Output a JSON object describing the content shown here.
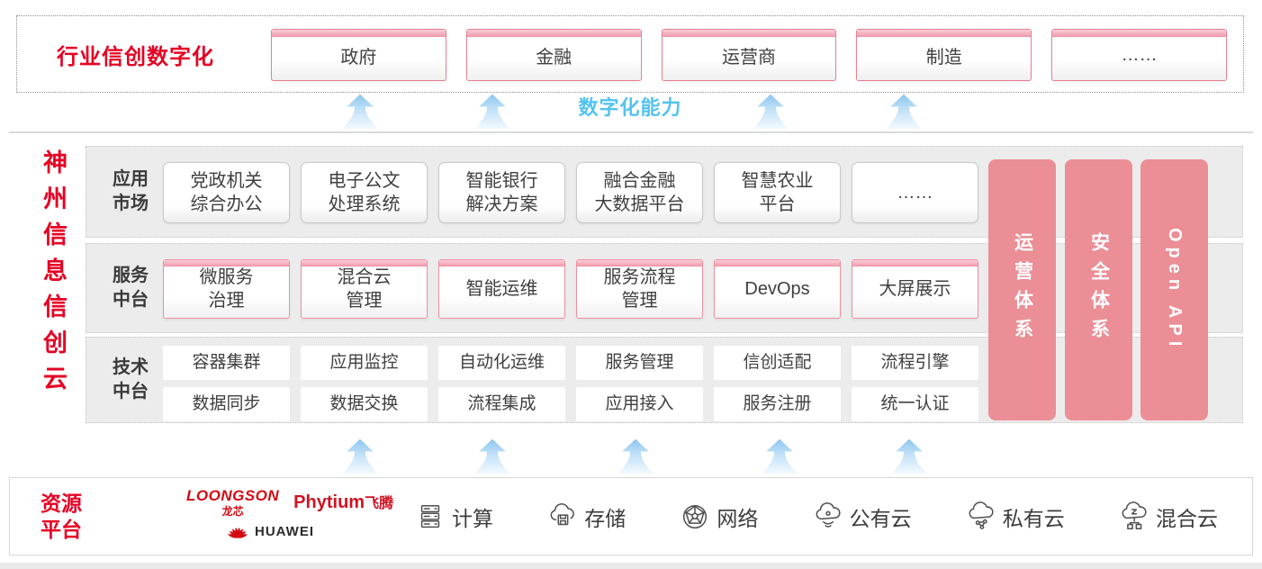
{
  "colors": {
    "accent_red": "#e60023",
    "bar_pink": "#eb8e96",
    "box_border_pink": "#ee8fa2",
    "capability_blue": "#53c3f1",
    "panel_gray": "#ececec",
    "arrow_blue": "#9fd0f2",
    "vendor_red": "#d40a13",
    "text_dark": "#3f3f3f"
  },
  "top_band": {
    "title": "行业信创数字化",
    "industries": [
      "政府",
      "金融",
      "运营商",
      "制造",
      "……"
    ]
  },
  "capability": {
    "label": "数字化能力"
  },
  "cloud_platform": {
    "vertical_title": "神州信息信创云",
    "app_row": {
      "label": "应用\n市场",
      "items": [
        "党政机关\n综合办公",
        "电子公文\n处理系统",
        "智能银行\n解决方案",
        "融合金融\n大数据平台",
        "智慧农业\n平台",
        "……"
      ]
    },
    "service_row": {
      "label": "服务\n中台",
      "items": [
        "微服务\n治理",
        "混合云\n管理",
        "智能运维",
        "服务流程\n管理",
        "DevOps",
        "大屏展示"
      ]
    },
    "tech_row": {
      "label": "技术\n中台",
      "row1": [
        "容器集群",
        "应用监控",
        "自动化运维",
        "服务管理",
        "信创适配",
        "流程引擎"
      ],
      "row2": [
        "数据同步",
        "数据交换",
        "流程集成",
        "应用接入",
        "服务注册",
        "统一认证"
      ]
    },
    "side_bars": [
      "运营体系",
      "安全体系",
      "Open API"
    ]
  },
  "resource_platform": {
    "title": "资源\n平台",
    "vendors": {
      "loongson": {
        "name": "LOONGSON",
        "sub": "龙芯"
      },
      "phytium": {
        "name": "Phytium",
        "sub": "飞腾"
      },
      "huawei": {
        "name": "HUAWEI"
      }
    },
    "items": [
      {
        "icon": "compute-icon",
        "label": "计算"
      },
      {
        "icon": "storage-icon",
        "label": "存储"
      },
      {
        "icon": "network-icon",
        "label": "网络"
      },
      {
        "icon": "public-cloud-icon",
        "label": "公有云"
      },
      {
        "icon": "private-cloud-icon",
        "label": "私有云"
      },
      {
        "icon": "hybrid-cloud-icon",
        "label": "混合云"
      }
    ]
  }
}
